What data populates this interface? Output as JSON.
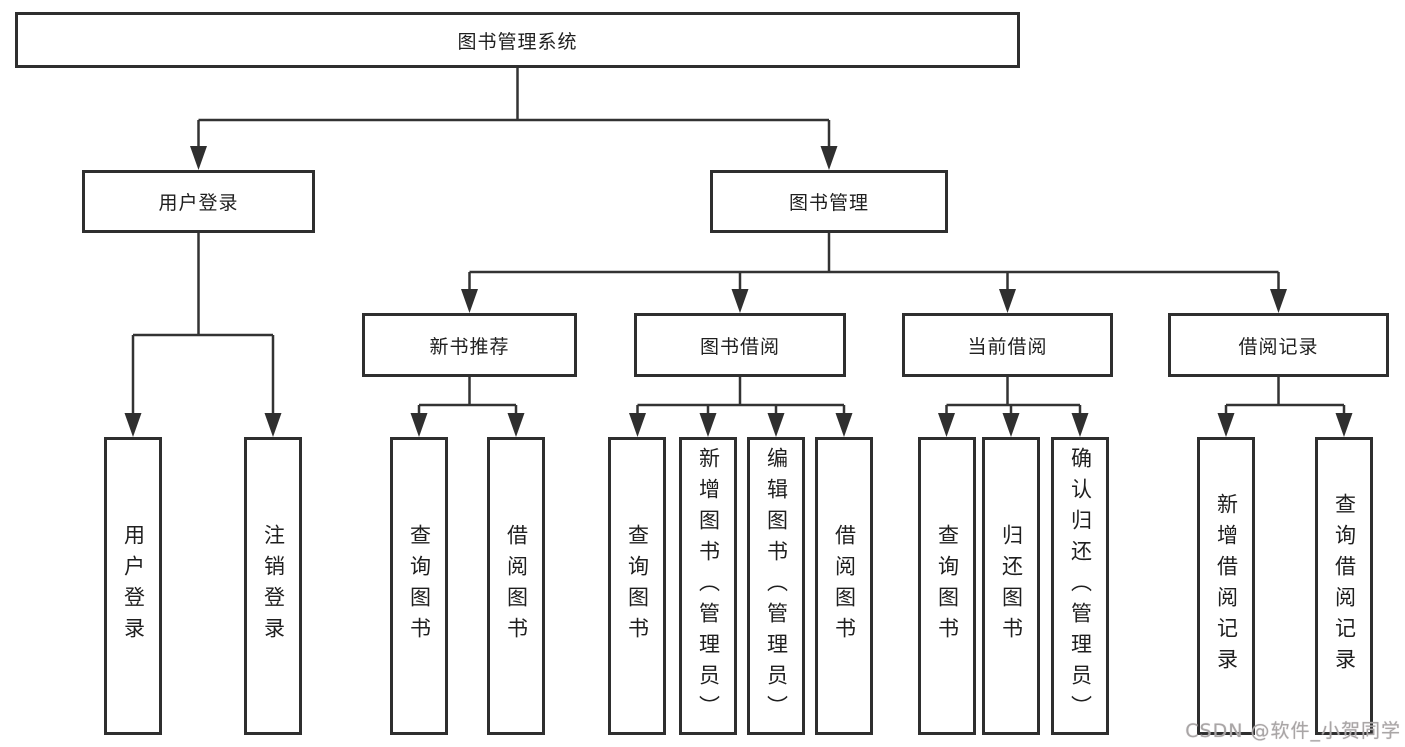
{
  "diagram_type": "hierarchy-tree",
  "colors": {
    "background": "#ffffff",
    "line": "#333333",
    "box_border": "#2f2f2f",
    "text": "#1f1f1f",
    "watermark": "#a9a6a6"
  },
  "tree": {
    "label": "图书管理系统",
    "children": [
      {
        "label": "用户登录",
        "children": [
          {
            "label": "用户登录"
          },
          {
            "label": "注销登录"
          }
        ]
      },
      {
        "label": "图书管理",
        "children": [
          {
            "label": "新书推荐",
            "children": [
              {
                "label": "查询图书"
              },
              {
                "label": "借阅图书"
              }
            ]
          },
          {
            "label": "图书借阅",
            "children": [
              {
                "label": "查询图书"
              },
              {
                "label": "新增图书（管理员）"
              },
              {
                "label": "编辑图书（管理员）"
              },
              {
                "label": "借阅图书"
              }
            ]
          },
          {
            "label": "当前借阅",
            "children": [
              {
                "label": "查询图书"
              },
              {
                "label": "归还图书"
              },
              {
                "label": "确认归还（管理员）"
              }
            ]
          },
          {
            "label": "借阅记录",
            "children": [
              {
                "label": "新增借阅记录"
              },
              {
                "label": "查询借阅记录"
              }
            ]
          }
        ]
      }
    ]
  },
  "watermark": "CSDN @软件_小贺同学"
}
